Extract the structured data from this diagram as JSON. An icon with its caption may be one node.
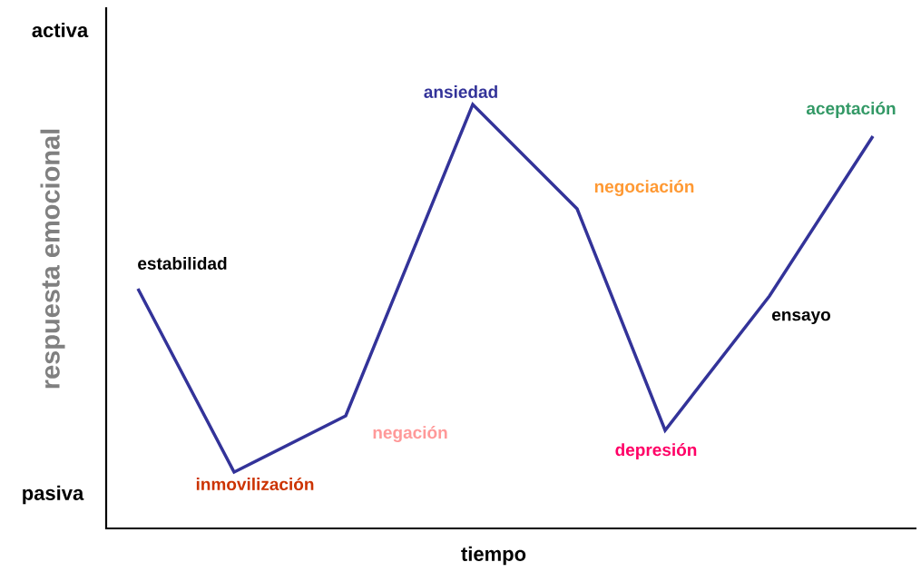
{
  "diagram": {
    "labels": [
      "activa",
      "ansiedad",
      "aceptación",
      "negociación",
      "estabilidad",
      "respuesta emocional",
      "ensayo",
      "negación",
      "depresión",
      "inmovilización",
      "pasiva",
      "tiempo"
    ]
  }
}
